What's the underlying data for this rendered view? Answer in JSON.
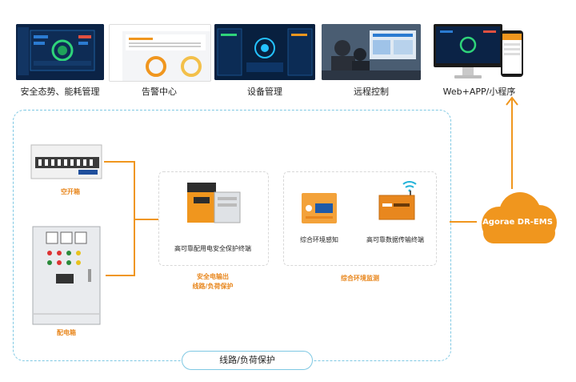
{
  "top_screens": [
    {
      "label": "安全态势、能耗管理"
    },
    {
      "label": "告警中心"
    },
    {
      "label": "设备管理"
    },
    {
      "label": "远程控制"
    },
    {
      "label": "Web+APP/小程序"
    }
  ],
  "cloud": {
    "label": "Agorae DR-EMS"
  },
  "bottom_pill": {
    "label": "线路/负荷保护"
  },
  "devices": {
    "air_switch_box": "空开箱",
    "distribution_box": "配电箱",
    "protection_terminal": "高可靠配用电安全保护终端",
    "env_sensor": "综合环境感知",
    "data_terminal": "高可靠数据传输终端"
  },
  "groups": {
    "safe_output_line1": "安全电输出",
    "safe_output_line2": "线路/负荷保护",
    "env_monitor": "综合环境监测"
  },
  "colors": {
    "accent": "#f0961e",
    "dashed_frame": "#7ec8e3"
  }
}
